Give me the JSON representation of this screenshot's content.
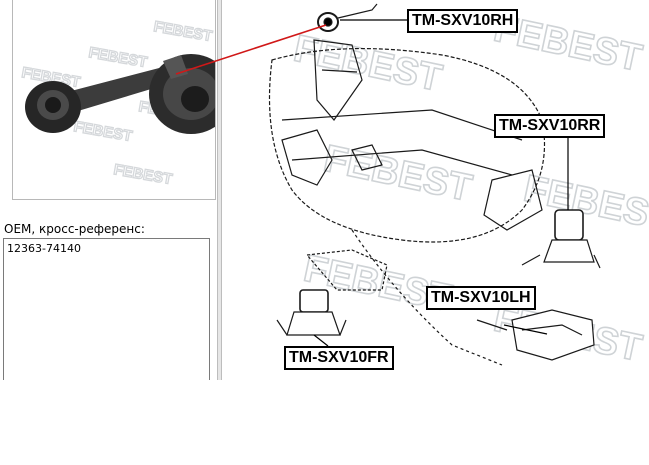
{
  "left_panel": {
    "oem_label": "OEM, кросс-референс:",
    "oem_value": "12363-74140"
  },
  "diagram": {
    "callouts": {
      "rh": "TM-SXV10RH",
      "rr": "TM-SXV10RR",
      "lh": "TM-SXV10LH",
      "fr": "TM-SXV10FR"
    },
    "watermark": "FEBEST"
  },
  "colors": {
    "pointer_line": "#d01818",
    "watermark": "#cfd3d6",
    "line_art": "#1a1a1a"
  }
}
